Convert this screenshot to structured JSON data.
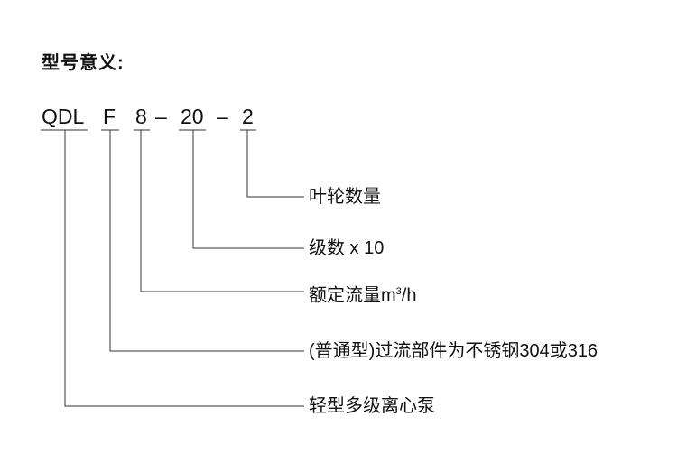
{
  "title": "型号意义:",
  "code": {
    "series": "QDL",
    "material": "F",
    "flow": "8",
    "dash1": "–",
    "stages": "20",
    "dash2": "–",
    "impellers": "2"
  },
  "descriptions": {
    "impellers": "叶轮数量",
    "stages": "级数 x 10",
    "flow_prefix": "额定流量m",
    "flow_sup": "3",
    "flow_suffix": "/h",
    "material": "(普通型)过流部件为不锈钢304或316",
    "series": "轻型多级离心泵"
  },
  "colors": {
    "text": "#111111",
    "line": "#333333"
  }
}
